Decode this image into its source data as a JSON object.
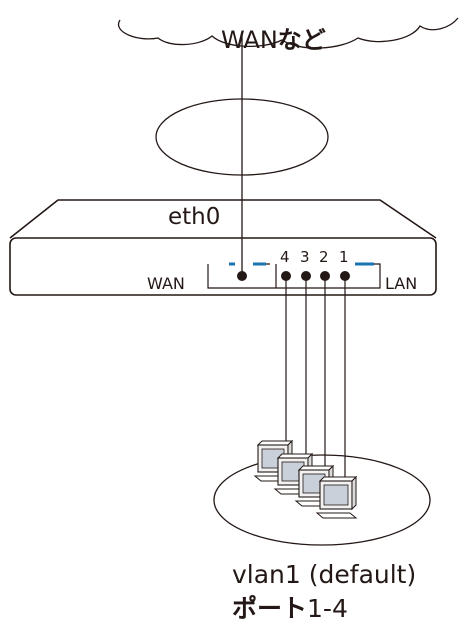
{
  "cloud": {
    "label_main": "WAN",
    "label_suffix": "など"
  },
  "router": {
    "interface_label": "eth0",
    "wan_label": "WAN",
    "lan_label": "LAN",
    "ports": [
      "4",
      "3",
      "2",
      "1"
    ]
  },
  "vlan": {
    "name": "vlan1 (default)",
    "ports_label": "ポート",
    "ports_range": "1-4"
  },
  "colors": {
    "line": "#231815",
    "accent": "#1a74b4",
    "screen": "#c9d0da",
    "monitor_body": "#f2f2f2"
  }
}
